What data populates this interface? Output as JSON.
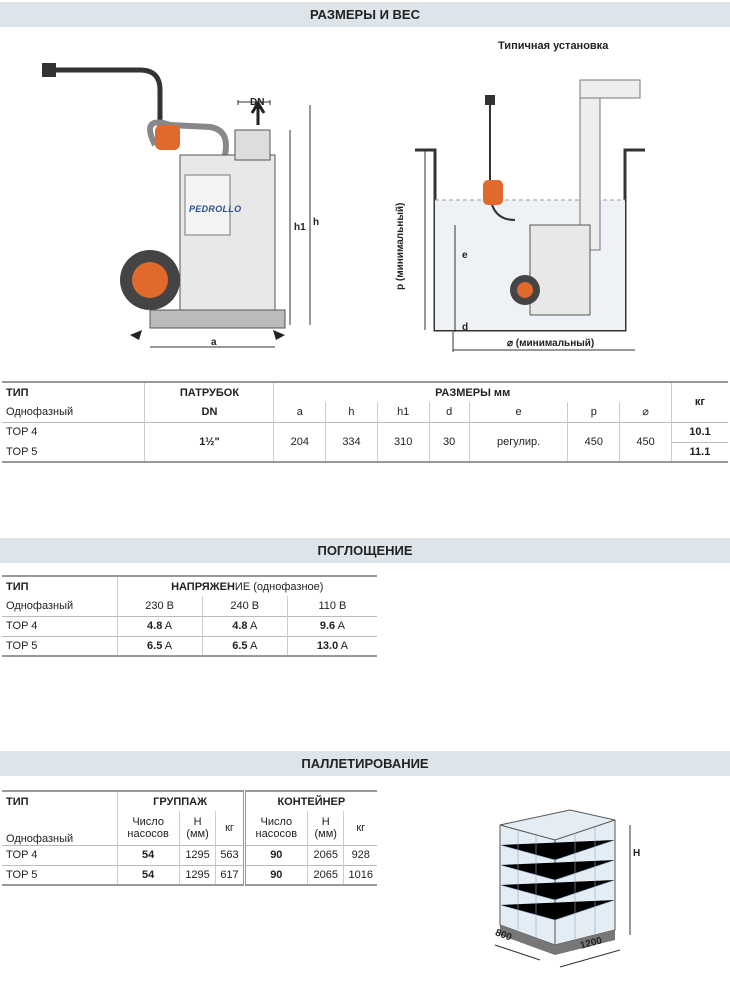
{
  "sections": {
    "dimensions": "РАЗМЕРЫ И ВЕС",
    "absorption": "ПОГЛОЩЕНИЕ",
    "palletizing": "ПАЛЛЕТИРОВАНИЕ"
  },
  "figure": {
    "install_title": "Типичная установка",
    "dn": "DN",
    "h1": "h1",
    "h": "h",
    "a": "a",
    "p": "p  (минимальный)",
    "e": "e",
    "d": "d",
    "diam": "⌀  (минимальный)",
    "pallet_h": "H",
    "pallet_w": "1200",
    "pallet_d": "800",
    "brand": "PEDROLLO"
  },
  "dim_table": {
    "type": "ТИП",
    "phase": "Однофазный",
    "nozzle": "ПАТРУБОК",
    "dn": "DN",
    "sizes": "РАЗМЕРЫ  мм",
    "kg": "кг",
    "cols": [
      "a",
      "h",
      "h1",
      "d",
      "e",
      "p",
      "⌀"
    ],
    "nozzle_val": "1½\"",
    "values": [
      "204",
      "334",
      "310",
      "30",
      "регулир.",
      "450",
      "450"
    ],
    "rows": [
      {
        "model": "TOP 4",
        "kg": "10.1"
      },
      {
        "model": "TOP 5",
        "kg": "11.1"
      }
    ]
  },
  "abs_table": {
    "type": "ТИП",
    "phase": "Однофазный",
    "voltage_bold": "НАПРЯЖЕН",
    "voltage_rest": "ИЕ (однофазное)",
    "cols": [
      "230 В",
      "240 В",
      "110 В"
    ],
    "unit": " A",
    "rows": [
      {
        "model": "TOP 4",
        "vals": [
          "4.8",
          "4.8",
          "9.6"
        ]
      },
      {
        "model": "TOP 5",
        "vals": [
          "6.5",
          "6.5",
          "13.0"
        ]
      }
    ]
  },
  "pal_table": {
    "type": "ТИП",
    "phase": "Однофазный",
    "group": "ГРУППАЖ",
    "container": "КОНТЕЙНЕР",
    "cols": [
      "Число насосов",
      "H (мм)",
      "кг",
      "Число насосов",
      "H (мм)",
      "кг"
    ],
    "rows": [
      {
        "model": "TOP 4",
        "vals": [
          "54",
          "1295",
          "563",
          "90",
          "2065",
          "928"
        ]
      },
      {
        "model": "TOP 5",
        "vals": [
          "54",
          "1295",
          "617",
          "90",
          "2065",
          "1016"
        ]
      }
    ]
  },
  "colors": {
    "bar": "#dde4ea",
    "accent": "#e06a2c"
  }
}
